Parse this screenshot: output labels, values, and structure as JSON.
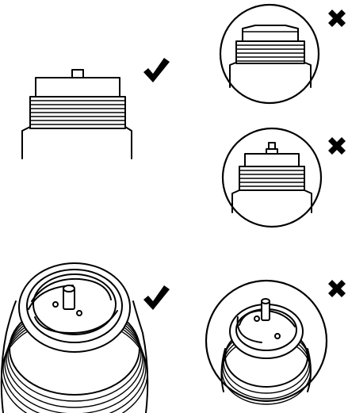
{
  "figure": {
    "panels": [
      {
        "id": "cap-side-correct",
        "verdict": "correct",
        "icon": "check-mark-icon"
      },
      {
        "id": "cap-side-incorrect-flat",
        "verdict": "incorrect",
        "icon": "cross-mark-icon"
      },
      {
        "id": "cap-side-incorrect-stem",
        "verdict": "incorrect",
        "icon": "cross-mark-icon"
      },
      {
        "id": "bottle-top-correct",
        "verdict": "correct",
        "icon": "check-mark-icon"
      },
      {
        "id": "bottle-top-incorrect",
        "verdict": "incorrect",
        "icon": "cross-mark-icon"
      }
    ],
    "colors": {
      "line": "#000000",
      "fill": "#ffffff"
    }
  }
}
